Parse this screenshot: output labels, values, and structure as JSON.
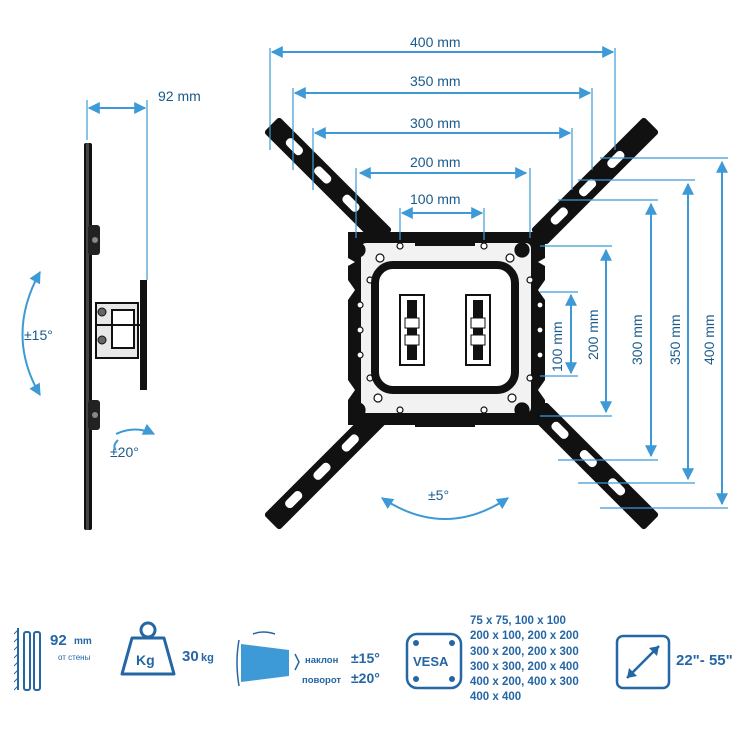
{
  "dimensions": {
    "horizontal": [
      "400 mm",
      "350 mm",
      "300 mm",
      "200 mm",
      "100 mm"
    ],
    "vertical": [
      "100 mm",
      "200 mm",
      "300 mm",
      "350 mm",
      "400 mm"
    ],
    "depth": "92 mm"
  },
  "motion": {
    "tilt": "±15°",
    "swivel": "±20°",
    "rotate": "±5°"
  },
  "specs": {
    "distance_value": "92",
    "distance_unit": "mm",
    "distance_caption": "от стены",
    "weight_icon_label": "Kg",
    "weight_value": "30",
    "weight_unit": "kg",
    "tilt_label": "наклон",
    "tilt_value": "±15°",
    "swivel_label": "поворот",
    "swivel_value": "±20°",
    "vesa_icon_label": "VESA",
    "vesa_list": [
      "75 x 75, 100 x 100",
      "200 x 100, 200 x 200",
      "300 x 200, 200 x 300",
      "300 x 300, 200 x 400",
      "400 x 200, 400 x 300",
      "400 x 400"
    ],
    "screen_size": "22\"- 55\""
  },
  "colors": {
    "accent": "#3e9ad6",
    "text": "#2566a4",
    "metal": "#111111"
  }
}
